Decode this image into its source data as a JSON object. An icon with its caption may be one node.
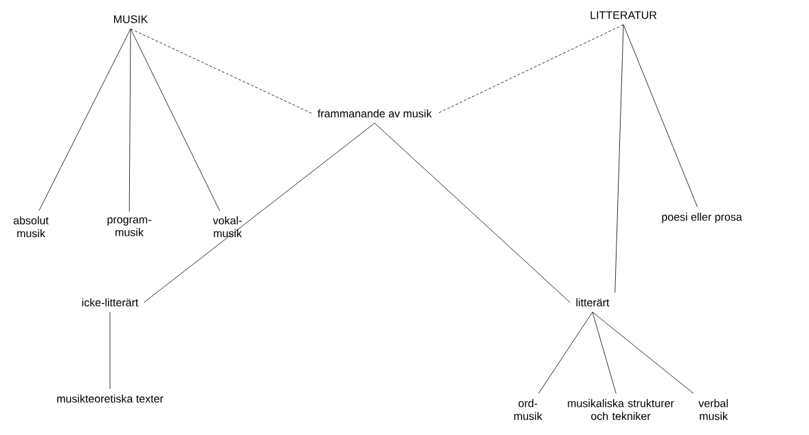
{
  "diagram": {
    "nodes": [
      {
        "text": [
          "MUSIK"
        ]
      },
      {
        "text": [
          "LITTERATUR"
        ]
      },
      {
        "text": [
          "frammanande av musik"
        ]
      },
      {
        "text": [
          "absolut musik"
        ]
      },
      {
        "text": [
          "program- musik"
        ]
      },
      {
        "text": [
          "vokal- musik"
        ]
      },
      {
        "text": [
          "poesi eller prosa"
        ]
      },
      {
        "text": [
          "icke-litterärt"
        ]
      },
      {
        "text": [
          "litterärt"
        ]
      },
      {
        "text": [
          "musikteoretiska texter"
        ]
      },
      {
        "text": [
          "ord- musik"
        ]
      },
      {
        "text": [
          "musikaliska strukturer och tekniker"
        ]
      },
      {
        "text": [
          "verbal musik"
        ]
      }
    ],
    "edges": [
      {
        "from": 0,
        "to": 3,
        "arrow": "none"
      },
      {
        "from": 0,
        "to": 4,
        "arrow": "none"
      },
      {
        "from": 0,
        "to": 5,
        "arrow": "none"
      },
      {
        "from": 0,
        "to": 2,
        "arrow": "none",
        "style": "dashed"
      },
      {
        "from": 1,
        "to": 2,
        "arrow": "none",
        "style": "dashed"
      },
      {
        "from": 1,
        "to": 8,
        "arrow": "none"
      },
      {
        "from": 1,
        "to": 6,
        "arrow": "none"
      },
      {
        "from": 2,
        "to": 7,
        "arrow": "none"
      },
      {
        "from": 2,
        "to": 8,
        "arrow": "none"
      },
      {
        "from": 7,
        "to": 9,
        "arrow": "none"
      },
      {
        "from": 8,
        "to": 10,
        "arrow": "none"
      },
      {
        "from": 8,
        "to": 11,
        "arrow": "none"
      },
      {
        "from": 8,
        "to": 12,
        "arrow": "none"
      }
    ]
  }
}
